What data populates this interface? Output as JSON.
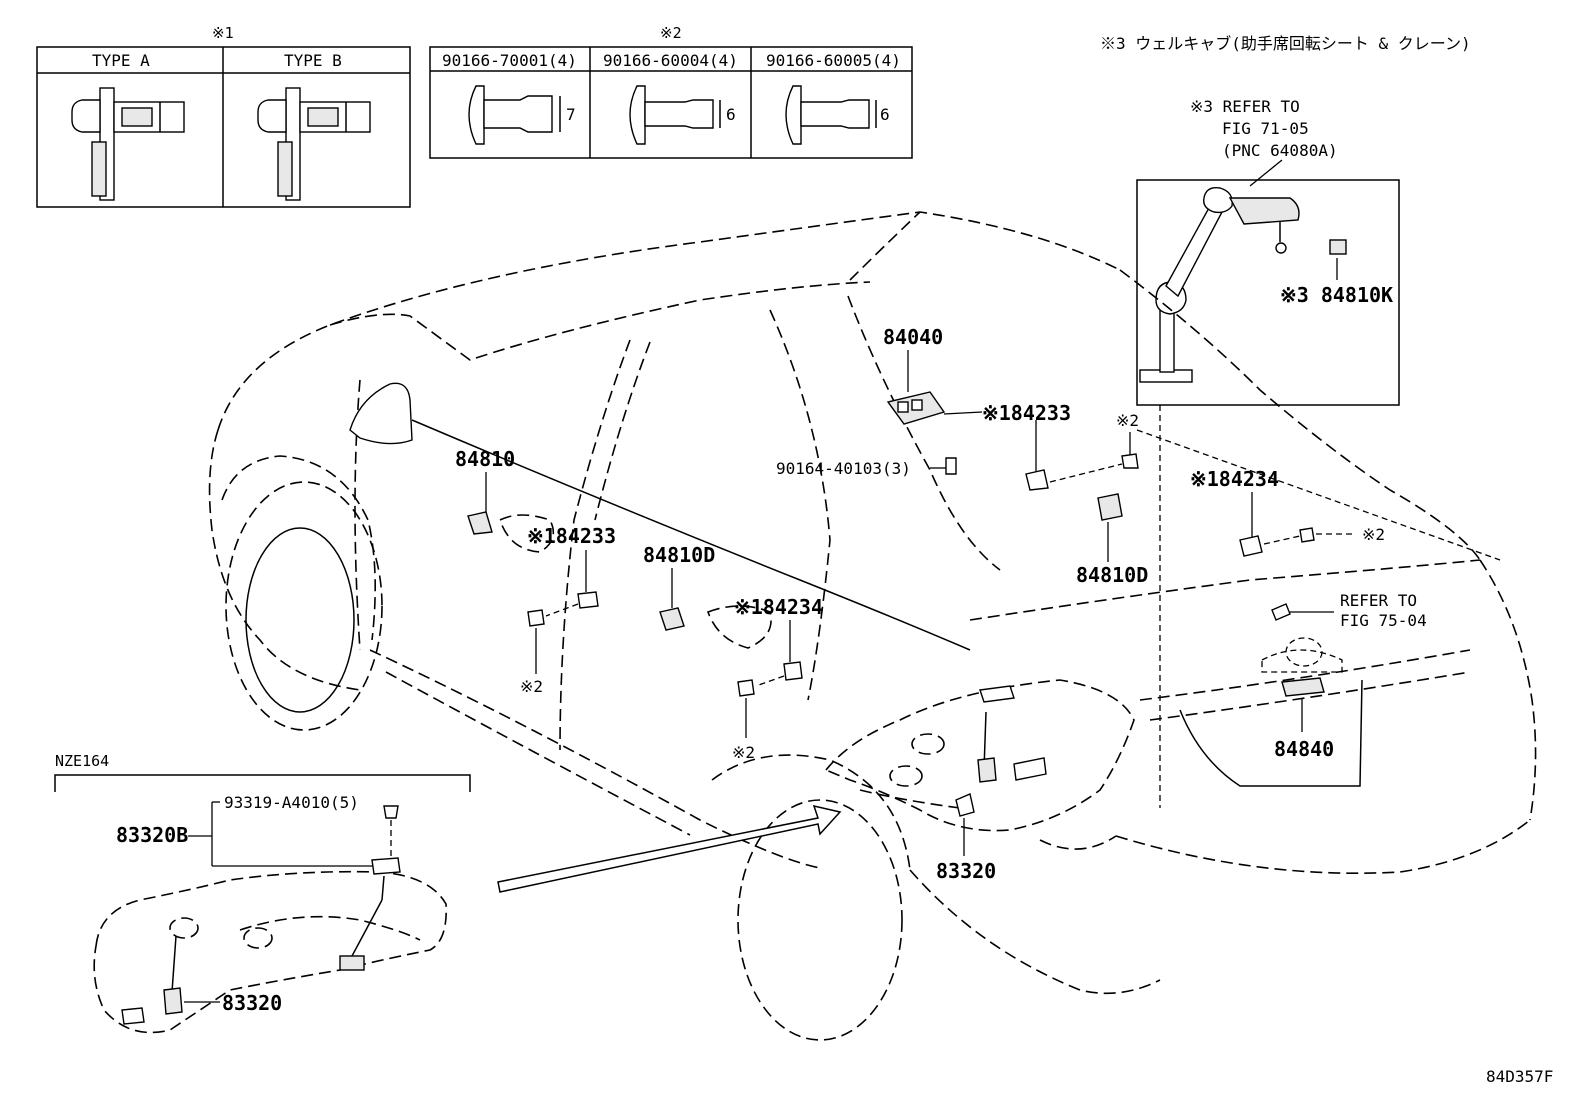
{
  "notes": {
    "n1": "※1",
    "n2": "※2",
    "n3_jp": "※3 ウェルキャブ(助手席回転シート & クレーン)"
  },
  "type_table": {
    "type_a": "TYPE A",
    "type_b": "TYPE B"
  },
  "bolt_table": {
    "cols": [
      {
        "part": "90166-70001(4)",
        "dim": "7"
      },
      {
        "part": "90166-60004(4)",
        "dim": "6"
      },
      {
        "part": "90166-60005(4)",
        "dim": "6"
      }
    ]
  },
  "refer_crane": {
    "line1": "※3 REFER TO",
    "line2": "FIG 71-05",
    "line3": "(PNC 64080A)"
  },
  "refer_rear": {
    "line1": "REFER TO",
    "line2": "FIG 75-04"
  },
  "parts": {
    "p84810K": "※3 84810K",
    "p84040": "84040",
    "p84233_a": "※184233",
    "p84233_b": "※184233",
    "p90164": "90164-40103(3)",
    "p84810": "84810",
    "p84810D_a": "84810D",
    "p84810D_b": "84810D",
    "p84234_a": "※184234",
    "p84234_b": "※184234",
    "p84840": "84840",
    "p83320_main": "83320",
    "p83320_inset": "83320",
    "p83320B": "83320B",
    "p93319": "93319-A4010(5)",
    "n2_a": "※2",
    "n2_b": "※2",
    "n2_c": "※2",
    "n2_d": "※2"
  },
  "inset": {
    "model": "NZE164"
  },
  "figure_code": "84D357F"
}
